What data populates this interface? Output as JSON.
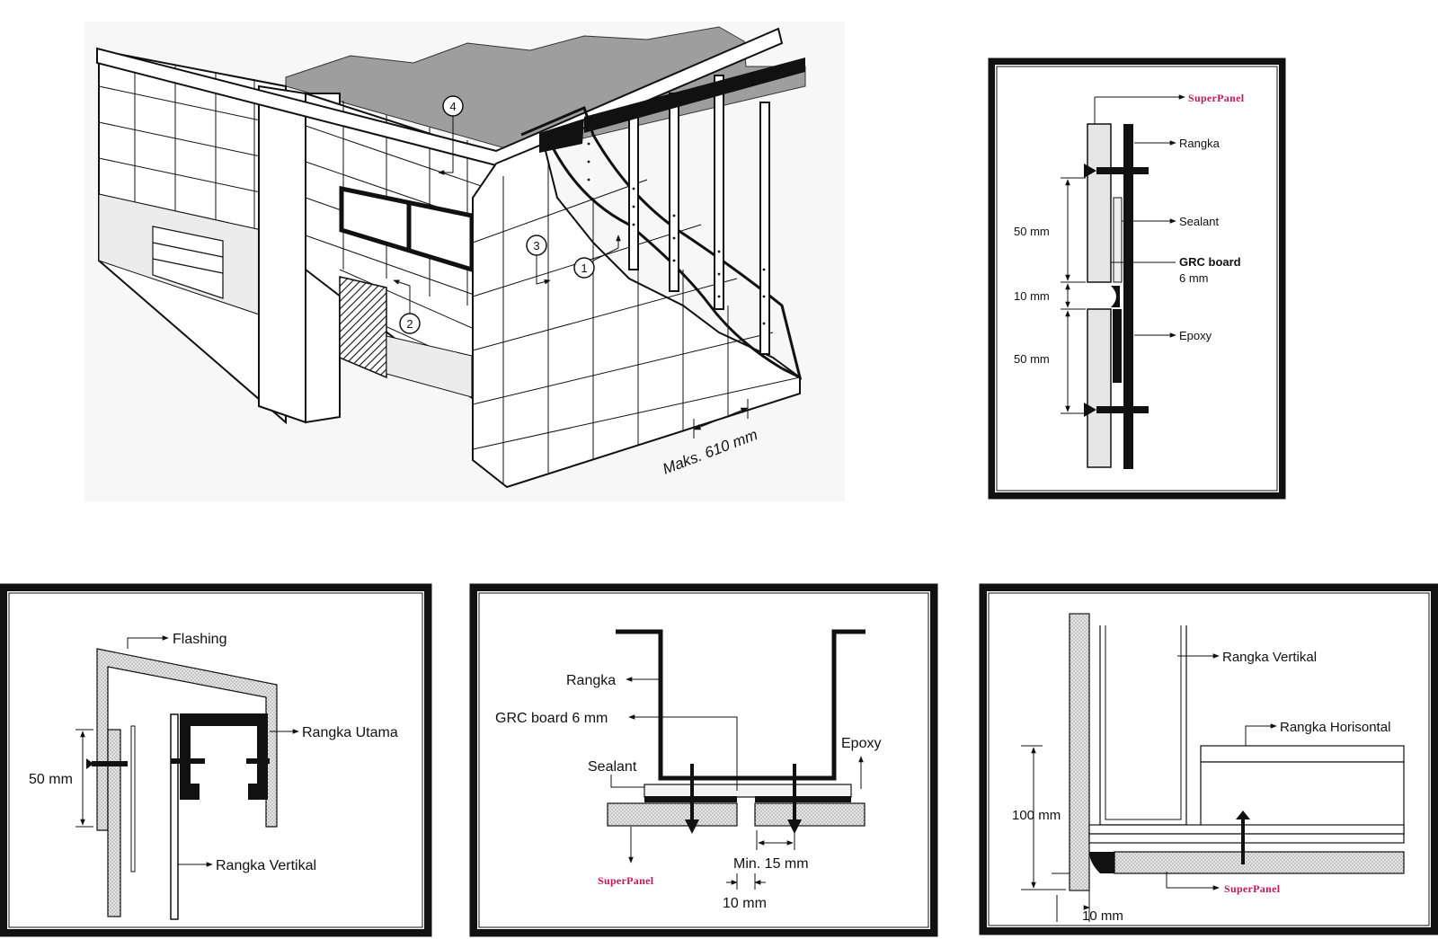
{
  "brand": "SuperPanel",
  "colors": {
    "brand": "#c2185b",
    "ink": "#111111",
    "board": "#e6e6e6"
  },
  "building": {
    "callouts": [
      "1",
      "2",
      "3",
      "4"
    ],
    "dimension": "Maks. 610 mm"
  },
  "section_joint": {
    "labels": {
      "rangka": "Rangka",
      "sealant": "Sealant",
      "grc": "GRC board",
      "grc_thickness": "6 mm",
      "epoxy": "Epoxy"
    },
    "dims": [
      "50 mm",
      "10 mm",
      "50 mm"
    ]
  },
  "detail_top": {
    "labels": {
      "flashing": "Flashing",
      "rangka_utama": "Rangka Utama",
      "rangka_vertikal": "Rangka Vertikal"
    },
    "dim": "50 mm"
  },
  "detail_plan": {
    "labels": {
      "rangka": "Rangka",
      "grc": "GRC board 6 mm",
      "sealant": "Sealant",
      "epoxy": "Epoxy"
    },
    "dims": [
      "Min. 15 mm",
      "10 mm"
    ]
  },
  "detail_corner": {
    "labels": {
      "rangka_vertikal": "Rangka Vertikal",
      "rangka_horisontal": "Rangka Horisontal"
    },
    "dims": [
      "100 mm",
      "10 mm"
    ]
  }
}
